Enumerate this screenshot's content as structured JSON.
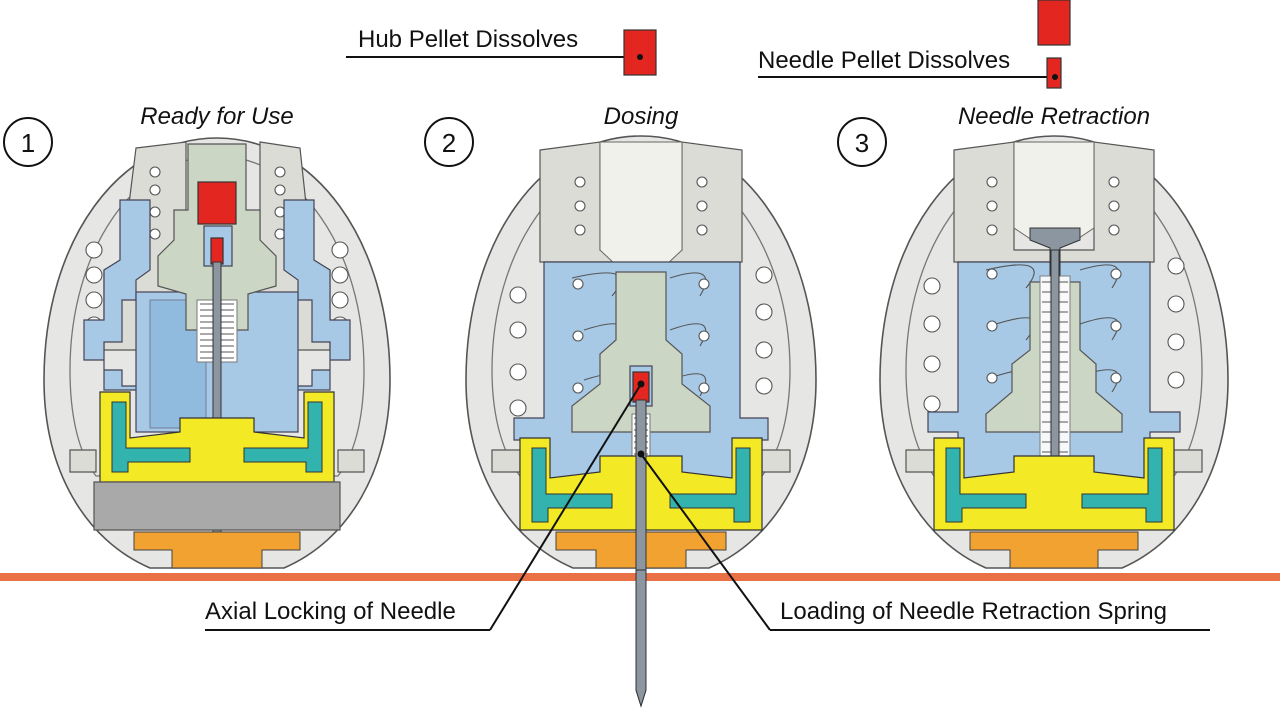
{
  "callouts": {
    "hub_pellet": "Hub Pellet Dissolves",
    "needle_pellet": "Needle Pellet Dissolves",
    "axial_locking": "Axial Locking of Needle",
    "spring_loading": "Loading of Needle Retraction Spring"
  },
  "stages": [
    {
      "number": "1",
      "title": "Ready for Use"
    },
    {
      "number": "2",
      "title": "Dosing"
    },
    {
      "number": "3",
      "title": "Needle Retraction"
    }
  ],
  "colors": {
    "pellet": "#e42620",
    "skin_line": "#ea7045",
    "body": "#e6e6e4",
    "inner_blue": "#a7c9e6",
    "yellow": "#f3ea25",
    "teal": "#33b3ad",
    "orange": "#f2a230"
  }
}
